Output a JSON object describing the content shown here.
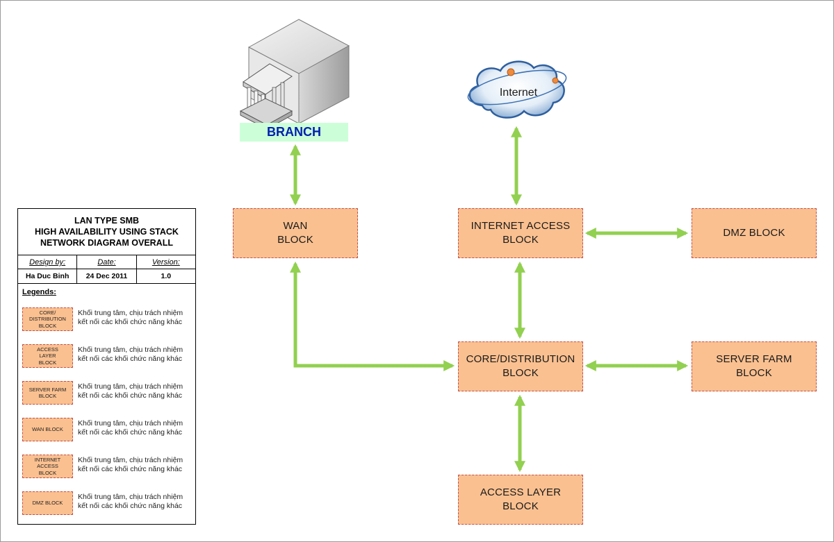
{
  "nodes": {
    "branch": "BRANCH",
    "internet": "Internet",
    "wan": [
      "WAN",
      "BLOCK"
    ],
    "internet_access": [
      "INTERNET ACCESS",
      "BLOCK"
    ],
    "dmz": [
      "DMZ BLOCK"
    ],
    "core": [
      "CORE/DISTRIBUTION",
      "BLOCK"
    ],
    "server_farm": [
      "SERVER FARM",
      "BLOCK"
    ],
    "access_layer": [
      "ACCESS LAYER",
      "BLOCK"
    ]
  },
  "info": {
    "title": [
      "LAN TYPE SMB",
      "HIGH AVAILABILITY USING STACK",
      "NETWORK DIAGRAM OVERALL"
    ],
    "design_by_label": "Design by:",
    "design_by": "Ha Duc Binh",
    "date_label": "Date:",
    "date": "24 Dec 2011",
    "version_label": "Version:",
    "version": "1.0",
    "legends_label": "Legends:",
    "legends": [
      {
        "box": [
          "CORE/",
          "DISTRIBUTION",
          "BLOCK"
        ],
        "desc": [
          "Khối trung tâm, chịu trách nhiệm",
          "kết nối các khối chức năng khác"
        ]
      },
      {
        "box": [
          "ACCESS",
          "LAYER",
          "BLOCK"
        ],
        "desc": [
          "Khối trung tâm, chịu trách nhiệm",
          "kết nối các khối chức năng khác"
        ]
      },
      {
        "box": [
          "SERVER FARM",
          "BLOCK"
        ],
        "desc": [
          "Khối trung tâm, chịu trách nhiệm",
          "kết nối các khối chức năng khác"
        ]
      },
      {
        "box": [
          "WAN BLOCK"
        ],
        "desc": [
          "Khối trung tâm, chịu trách nhiệm",
          "kết nối các khối chức năng khác"
        ]
      },
      {
        "box": [
          "INTERNET",
          "ACCESS",
          "BLOCK"
        ],
        "desc": [
          "Khối trung tâm, chịu trách nhiệm",
          "kết nối các khối chức năng khác"
        ]
      },
      {
        "box": [
          "DMZ BLOCK"
        ],
        "desc": [
          "Khối trung tâm, chịu trách nhiệm",
          "kết nối các khối chức năng khác"
        ]
      }
    ]
  },
  "colors": {
    "block_fill": "#fac090",
    "block_border": "#c0504d",
    "connector": "#92d050",
    "branch_label_bg": "#ccffd8",
    "branch_label_text": "#0020b0"
  }
}
